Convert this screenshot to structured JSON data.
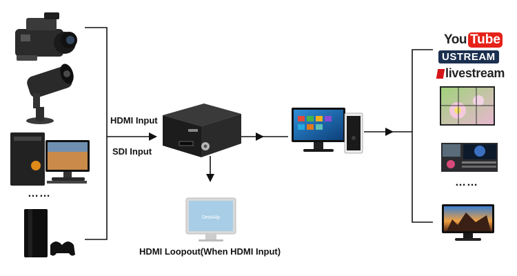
{
  "labels": {
    "hdmi_input": "HDMI Input",
    "sdi_input": "SDI Input",
    "loopout": "HDMI Loopout(When HDMI Input)",
    "sources_more": "……",
    "outputs_more": "……",
    "monitor_screen_text": "DeskAlp"
  },
  "logos": {
    "youtube_left": "You",
    "youtube_right": "Tube",
    "ustream": "USTREAM",
    "livestream": "livestream"
  },
  "colors": {
    "line": "#111111",
    "youtube_red": "#e62117",
    "ustream_bg": "#1b2f4f",
    "livestream_red": "#d4161b"
  }
}
